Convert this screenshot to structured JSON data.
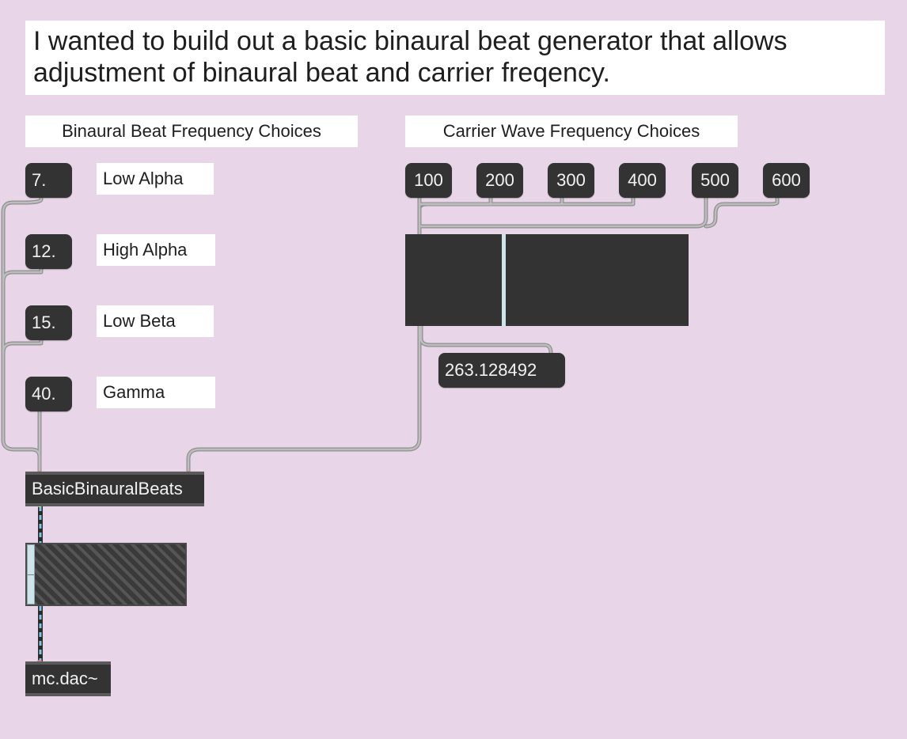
{
  "intro_text": "I wanted to build out a basic binaural beat generator that allows adjustment of binaural beat and carrier freqency.",
  "binaural": {
    "heading": "Binaural Beat Frequency Choices",
    "choices": [
      {
        "value": "7.",
        "label": "Low Alpha"
      },
      {
        "value": "12.",
        "label": "High Alpha"
      },
      {
        "value": "15.",
        "label": "Low Beta"
      },
      {
        "value": "40.",
        "label": "Gamma"
      }
    ]
  },
  "carrier": {
    "heading": "Carrier Wave Frequency Choices",
    "choices": [
      "100",
      "200",
      "300",
      "400",
      "500",
      "600"
    ],
    "slider_value": 0.263,
    "readout": "263.128492"
  },
  "objects": {
    "generator": "BasicBinauralBeats",
    "dac": "mc.dac~"
  },
  "colors": {
    "background": "#e8d6e8",
    "box": "#333333",
    "cord": "#a9a9a9",
    "signal_cord": "#6fb4d6"
  }
}
